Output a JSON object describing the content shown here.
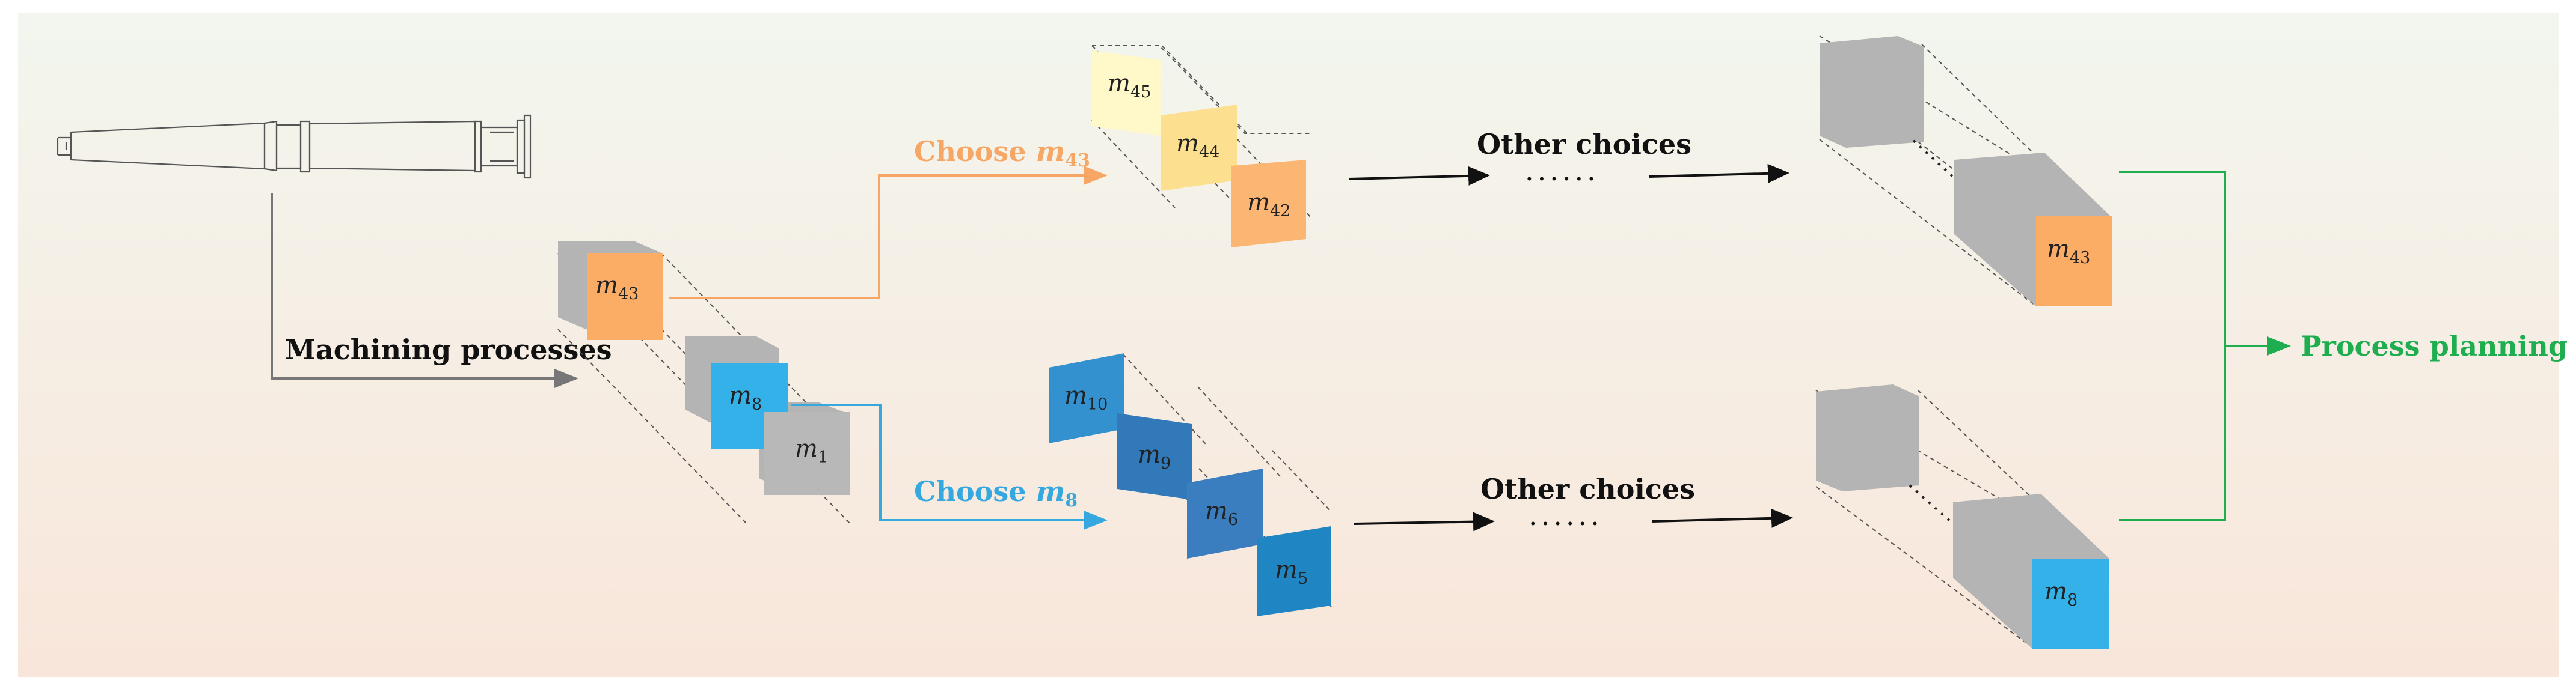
{
  "labels": {
    "machining": "Machining processes",
    "choose_top": {
      "word": "Choose",
      "var": "m",
      "sub": "43"
    },
    "choose_bottom": {
      "word": "Choose",
      "var": "m",
      "sub": "8"
    },
    "other_top": "Other choices",
    "other_bottom": "Other choices",
    "ellipsis_top": "......",
    "ellipsis_bottom": "......",
    "result": "Process planning"
  },
  "tiles": {
    "center": [
      {
        "var": "m",
        "sub": "43",
        "color": "#fbad66"
      },
      {
        "var": "m",
        "sub": "8",
        "color": "#35b1ea"
      },
      {
        "var": "m",
        "sub": "1",
        "color": "#b8b8b8"
      }
    ],
    "top_branch": [
      {
        "var": "m",
        "sub": "45",
        "color": "#fff8c8"
      },
      {
        "var": "m",
        "sub": "44",
        "color": "#fde08f"
      },
      {
        "var": "m",
        "sub": "42",
        "color": "#fbb673"
      }
    ],
    "bottom_branch": [
      {
        "var": "m",
        "sub": "10",
        "color": "#3491cf"
      },
      {
        "var": "m",
        "sub": "9",
        "color": "#3179b9"
      },
      {
        "var": "m",
        "sub": "6",
        "color": "#3a7ec0"
      },
      {
        "var": "m",
        "sub": "5",
        "color": "#1f85c3"
      }
    ],
    "top_final": {
      "var": "m",
      "sub": "43",
      "color": "#fbad66"
    },
    "bottom_final": {
      "var": "m",
      "sub": "8",
      "color": "#35b1ea"
    }
  },
  "colors": {
    "orange": "#f6a665",
    "blue": "#35a8e0",
    "green": "#1fae4f",
    "gray_arrow": "#777777",
    "black": "#111111",
    "gray_block": "#b4b4b4",
    "bg_top": "#f2f6ee",
    "bg_bottom": "#f9e6da"
  }
}
